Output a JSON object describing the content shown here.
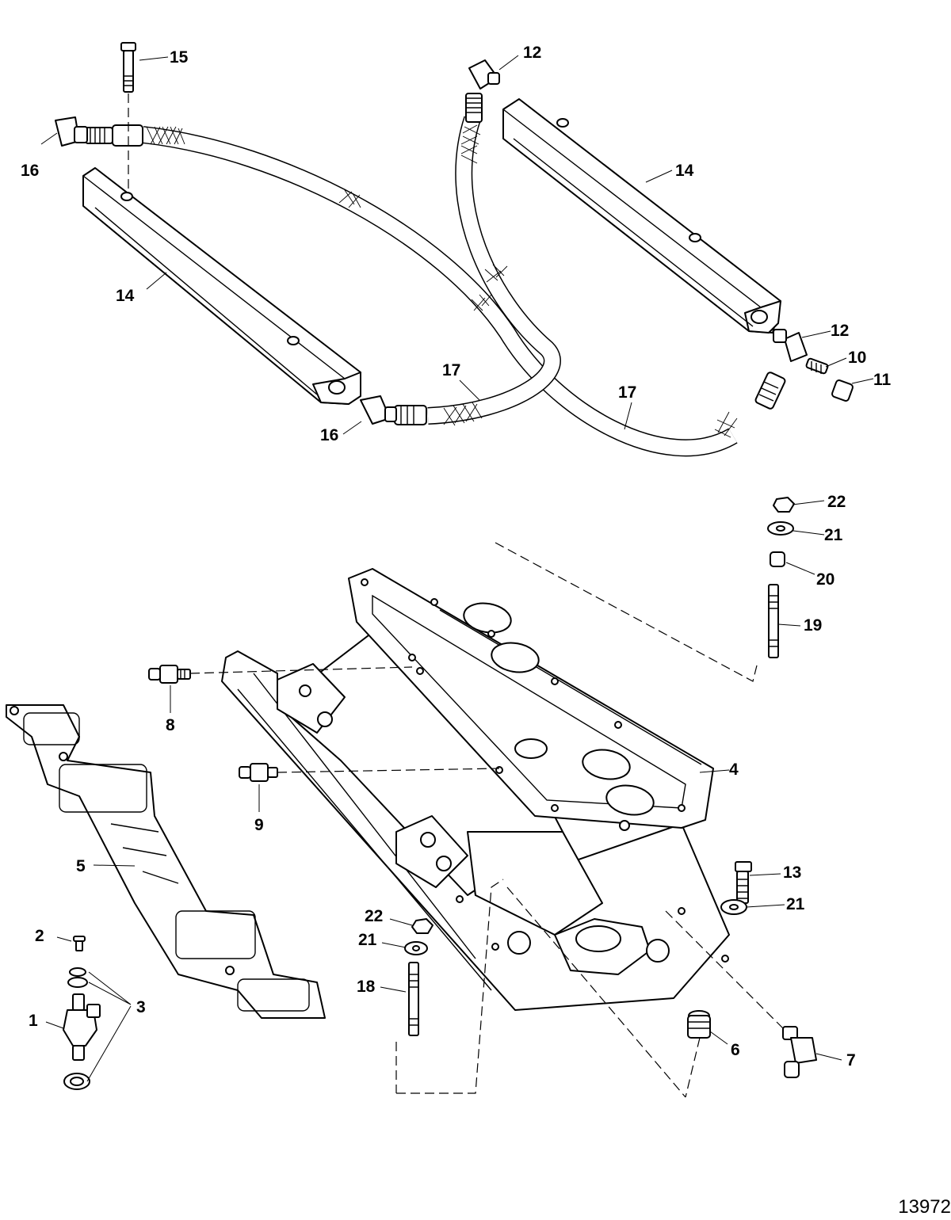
{
  "diagram_id": "13972",
  "callouts": {
    "c1": "1",
    "c2": "2",
    "c3": "3",
    "c4": "4",
    "c5": "5",
    "c6": "6",
    "c7": "7",
    "c8": "8",
    "c9": "9",
    "c10": "10",
    "c11": "11",
    "c12a": "12",
    "c12b": "12",
    "c13": "13",
    "c14a": "14",
    "c14b": "14",
    "c15": "15",
    "c16a": "16",
    "c16b": "16",
    "c17a": "17",
    "c17b": "17",
    "c18": "18",
    "c19": "19",
    "c20": "20",
    "c21a": "21",
    "c21b": "21",
    "c21c": "21",
    "c22a": "22",
    "c22b": "22"
  }
}
